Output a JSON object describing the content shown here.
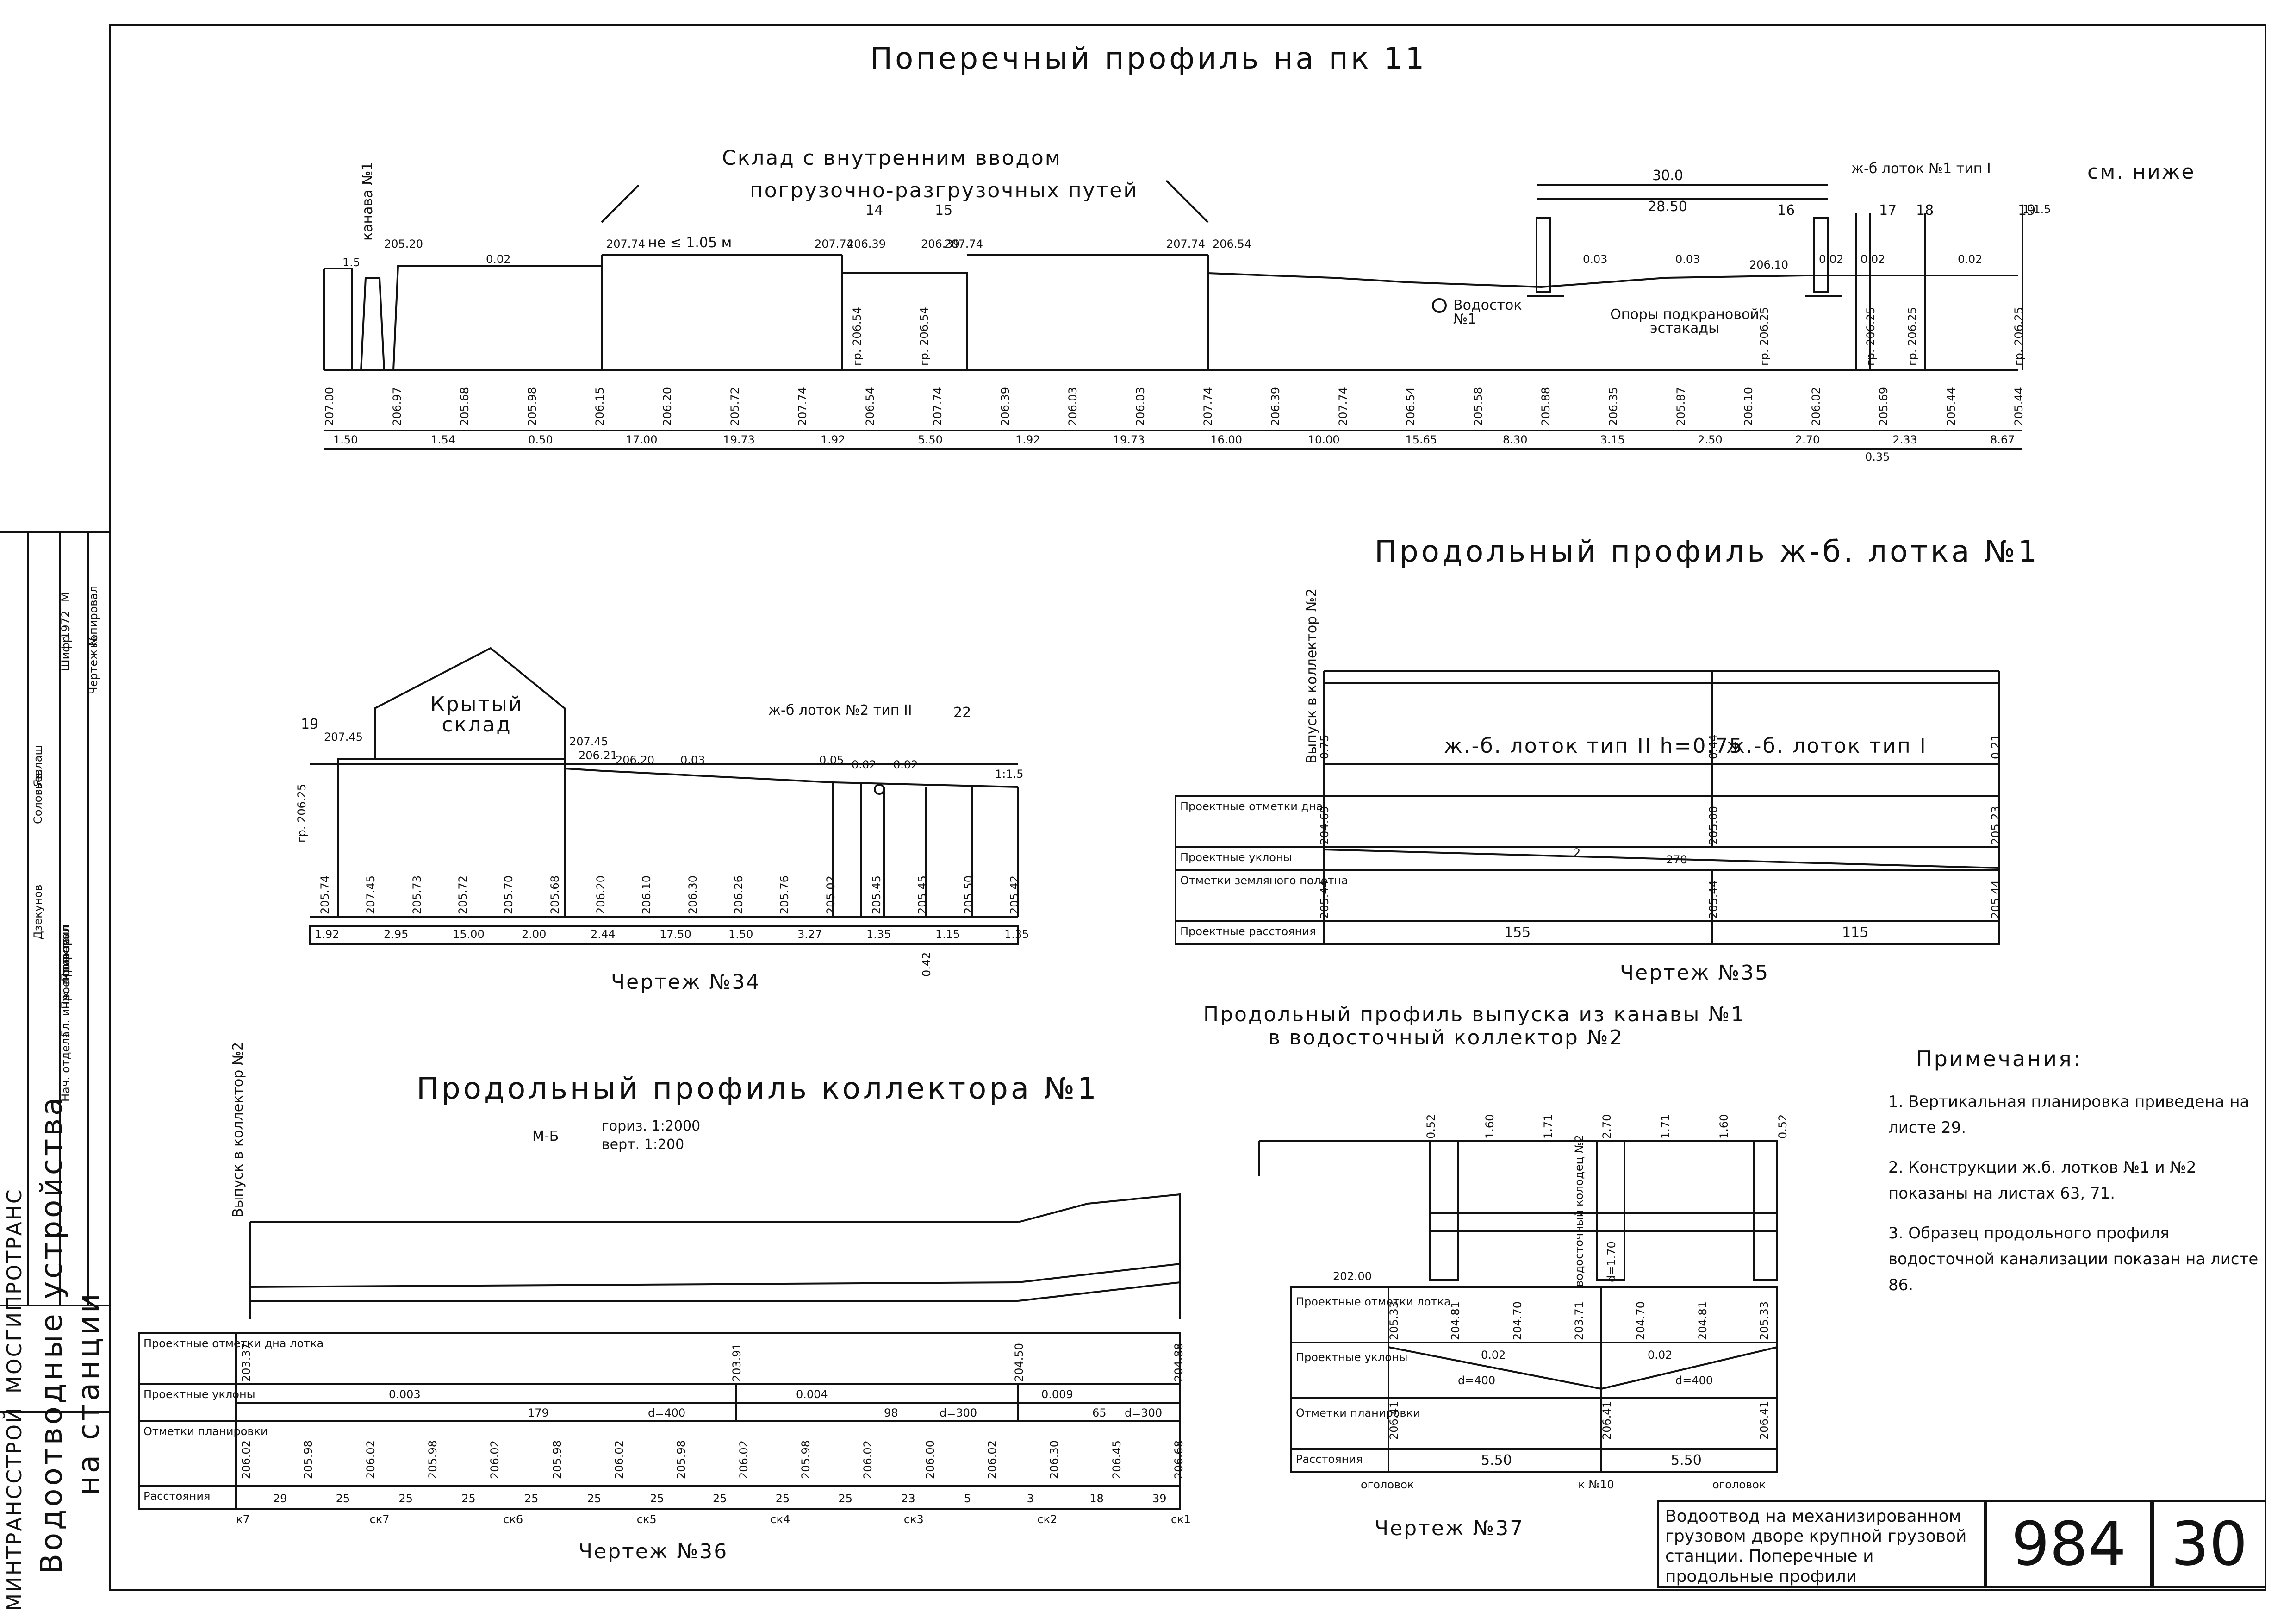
{
  "sheet": {
    "title_block": {
      "title": "Водоотвод на механизированном грузовом дворе крупной грузовой станции. Поперечные и продольные профили",
      "number": "984",
      "sheet": "30"
    },
    "stamp": {
      "ministry": "МИНТРАНССТРОЙ",
      "organization": "МОСГИПРОТРАНС",
      "subject_line1": "Водоотводные устройства",
      "subject_line2": "на станции",
      "roles": [
        "Нач. отдела",
        "Гл. инж. проекта",
        "Проектировал",
        "Проверил"
      ],
      "names": [
        "Дзекунов",
        "Соловьев",
        "Яв.лаш",
        ""
      ],
      "fields": [
        "Чертеж №",
        "Шифр",
        "1972",
        "М",
        "копировал"
      ]
    }
  },
  "cross_profile": {
    "title": "Поперечный профиль на пк 11",
    "label_warehouse": "Склад с внутренним вводом",
    "label_warehouse2": "погрузочно-разгрузочных путей",
    "label_ditch": "канава №1",
    "label_tray": "ж-б лоток №1 тип I",
    "label_see_below": "см. ниже",
    "label_drain": "Водосток №1",
    "label_supports": "Опоры подкрановой эстакады",
    "dim_30": "30.0",
    "dim_2850": "28.50",
    "track_nums": [
      "14",
      "15",
      "16",
      "17",
      "18",
      "19"
    ],
    "top_marks": [
      "205.20",
      "207.74",
      "207.74",
      "206.39",
      "206.39",
      "207.74",
      "207.74",
      "206.54",
      "206.10"
    ],
    "slopes": [
      "0.02",
      "0.03",
      "0.03",
      "0.02",
      "0.02",
      "0.02"
    ],
    "note_height": "не ≤ 1.05 м",
    "gr_marks": [
      "гр. 206.54",
      "гр. 206.54",
      "гр. 206.25",
      "гр. 206.25",
      "гр. 206.25",
      "гр. 206.25"
    ],
    "bottom_marks": [
      "207.00",
      "206.97",
      "205.68",
      "205.98",
      "206.15",
      "206.20",
      "205.72",
      "207.74",
      "206.54",
      "207.74",
      "206.39",
      "206.03",
      "206.03",
      "207.74",
      "206.39",
      "207.74",
      "206.54",
      "205.58",
      "205.88",
      "206.35",
      "205.87",
      "206.10",
      "206.02",
      "205.69",
      "205.44",
      "205.44"
    ],
    "distances": [
      "1.50",
      "1.54",
      "0.50",
      "17.00",
      "19.73",
      "1.92",
      "5.50",
      "1.92",
      "19.73",
      "16.00",
      "10.00",
      "15.65",
      "8.30",
      "3.15",
      "2.50",
      "2.70",
      "2.33",
      "8.67"
    ],
    "extra": [
      "0.35",
      "1.5",
      "1:1.5"
    ]
  },
  "long_profile_1": {
    "title": "Продольный профиль ж-б. лотка №1",
    "caption": "Чертеж №35",
    "rotated_label": "Выпуск в коллектор №2",
    "seg1": "ж.-б. лоток тип II  h=0.75",
    "seg2": "ж.-б. лоток тип I",
    "depths": [
      "0.75",
      "0.44",
      "0.21"
    ],
    "row_labels": [
      "Проектные отметки дна",
      "Проектные уклоны",
      "Отметки земляного полотна",
      "Проектные расстояния"
    ],
    "bottom_marks": [
      "204.69",
      "205.00",
      "205.23"
    ],
    "slope_value": "2",
    "slope_length": "270",
    "ground_marks": [
      "205.44",
      "205.44",
      "205.44"
    ],
    "distances": [
      "155",
      "115"
    ]
  },
  "drawing_34": {
    "caption": "Чертеж №34",
    "building": "Крытый склад",
    "tray_label": "ж-б лоток №2 тип II",
    "top_marks": [
      "207.45",
      "207.45",
      "206.21",
      "206.20"
    ],
    "slopes": [
      "0.03",
      "0.05",
      "0.02",
      "0.02"
    ],
    "track_nums": [
      "19",
      "22"
    ],
    "gr_mark": "гр. 206.25",
    "bottom_marks": [
      "205.74",
      "207.45",
      "205.73",
      "205.72",
      "205.70",
      "205.68",
      "206.20",
      "206.10",
      "206.30",
      "206.26",
      "205.76",
      "205.02",
      "205.45",
      "205.45",
      "205.50",
      "205.42"
    ],
    "distances": [
      "1.92",
      "2.95",
      "15.00",
      "2.00",
      "2.44",
      "17.50",
      "1.50",
      "3.27",
      "1.35",
      "1.15",
      "1.35"
    ],
    "extra": [
      "0.42",
      "1:1.5"
    ]
  },
  "drawing_36": {
    "title": "Продольный профиль коллектора №1",
    "caption": "Чертеж №36",
    "scale_label": "М-Б",
    "scale_h": "гориз. 1:2000",
    "scale_v": "верт. 1:200",
    "rotated_label": "Выпуск в коллектор №2",
    "row_labels": [
      "Проектные отметки дна лотка",
      "Проектные уклоны",
      "Отметки планировки",
      "Расстояния"
    ],
    "bottom_marks": [
      "203.37",
      "203.91",
      "204.50",
      "204.88"
    ],
    "slopes": [
      {
        "s": "0.003",
        "len": "179",
        "d": "d=400"
      },
      {
        "s": "0.004",
        "len": "98",
        "d": "d=300"
      },
      {
        "s": "0.009",
        "len": "65",
        "d": "d=300"
      }
    ],
    "plan_marks": [
      "206.02",
      "205.98",
      "206.02",
      "205.98",
      "206.02",
      "205.98",
      "206.02",
      "205.98",
      "206.02",
      "205.98",
      "206.02",
      "206.00",
      "206.02",
      "206.30",
      "206.45",
      "206.68"
    ],
    "distances": [
      "29",
      "25",
      "25",
      "25",
      "25",
      "25",
      "25",
      "25",
      "25",
      "25",
      "23",
      "5",
      "3",
      "18",
      "39"
    ],
    "stations": [
      "к7",
      "ск7",
      "ск6",
      "ск5",
      "ск4",
      "ск3",
      "ск2",
      "ск1"
    ]
  },
  "drawing_37": {
    "title": "Продольный профиль выпуска из канавы №1",
    "title2": "в водосточный коллектор №2",
    "caption": "Чертеж №37",
    "elev": "202.00",
    "top_marks": [
      "0.52",
      "1.60",
      "1.71",
      "2.70",
      "1.71",
      "1.60",
      "0.52"
    ],
    "row_labels": [
      "Проектные отметки лотка",
      "Проектные уклоны",
      "Отметки планировки",
      "Расстояния"
    ],
    "bottom_marks": [
      "205.33",
      "204.81",
      "204.70",
      "203.71",
      "204.70",
      "204.81",
      "205.33"
    ],
    "slopes": [
      {
        "s": "0.02",
        "d": "d=400"
      },
      {
        "s": "0.02",
        "d": "d=400"
      }
    ],
    "plan_marks": [
      "206.41",
      "206.41",
      "206.41"
    ],
    "distances": [
      "5.50",
      "5.50"
    ],
    "stations": [
      "оголовок",
      "к №10",
      "оголовок"
    ],
    "well_label": "водосточный колодец №2",
    "well_d": "d=1.70"
  },
  "notes": {
    "heading": "Примечания:",
    "items": [
      "1. Вертикальная планировка приведена на листе 29.",
      "2. Конструкции ж.б. лотков №1 и №2 показаны на листах 63, 71.",
      "3. Образец продольного профиля водосточной канализации показан на листе 86."
    ]
  }
}
